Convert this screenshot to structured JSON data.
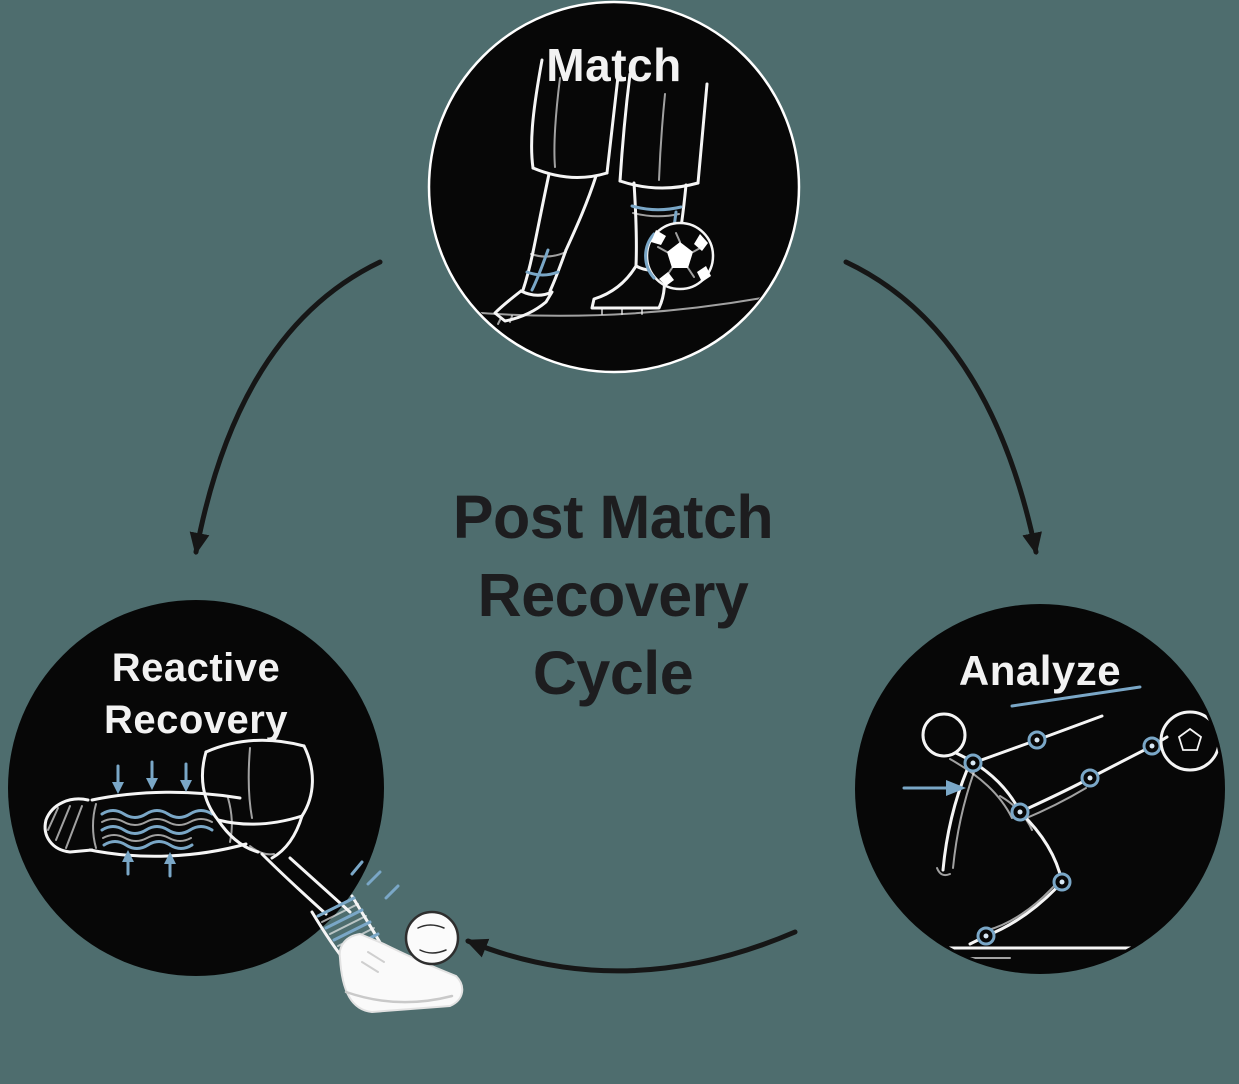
{
  "background_color": "#4e6d6e",
  "title": {
    "full": "Post Match Recovery Cycle",
    "lines": [
      "Post Match",
      "Recovery",
      "Cycle"
    ]
  },
  "nodes": [
    {
      "id": "match",
      "label": "Match",
      "icon": "soccer-dribbling-legs-ball-icon",
      "position": "top"
    },
    {
      "id": "analyze",
      "label": "Analyze",
      "icon": "motion-analysis-bicycle-kick-icon",
      "position": "bottom-right"
    },
    {
      "id": "reactive-recovery",
      "label": "Reactive Recovery",
      "label_lines": [
        "Reactive",
        "Recovery"
      ],
      "icon": "leg-compression-recovery-icon",
      "position": "bottom-left"
    }
  ],
  "arrows": [
    {
      "from": "Match",
      "to": "Reactive Recovery",
      "position": "left",
      "direction": "downward"
    },
    {
      "from": "Match",
      "to": "Analyze",
      "position": "right",
      "direction": "downward"
    },
    {
      "from": "Analyze",
      "to": "Reactive Recovery",
      "position": "bottom",
      "direction": "leftward"
    }
  ],
  "colors": {
    "node_fill": "#070707",
    "node_ring": "#ffffff",
    "sketch": "#f5f5f5",
    "accent_blue": "#7aa7c7",
    "arrow": "#161616",
    "label": "#f2f2f2",
    "title": "#1d1d1f"
  }
}
